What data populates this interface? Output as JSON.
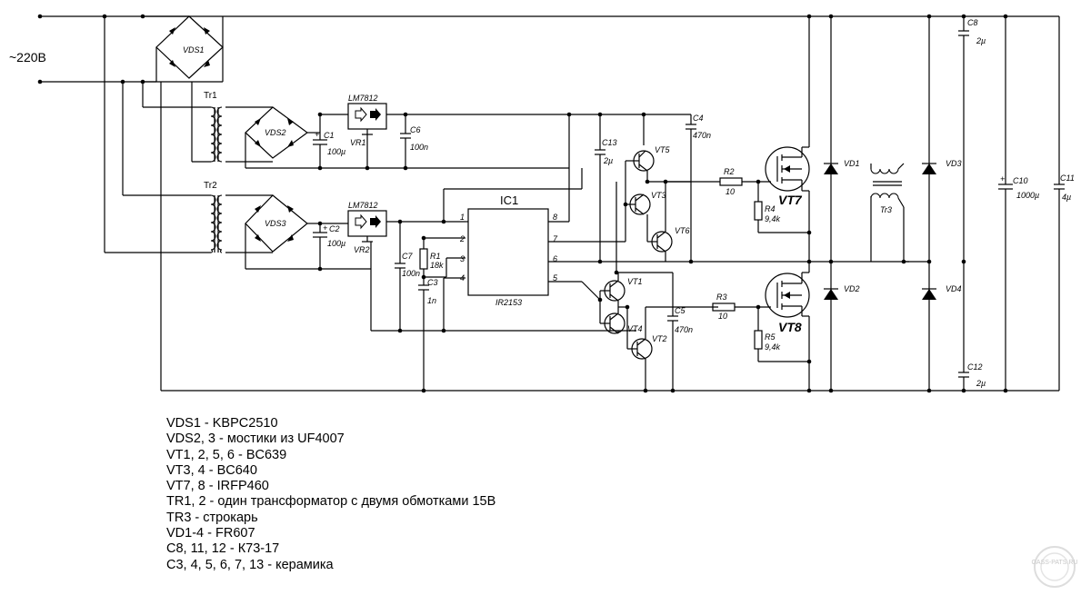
{
  "mains_label": "~220В",
  "components": {
    "vds1": "VDS1",
    "vds2": "VDS2",
    "vds3": "VDS3",
    "tr1": "Tr1",
    "tr2": "Tr2",
    "tr3": "Tr3",
    "vr1": "VR1",
    "vr2": "VR2",
    "vr1_type": "LM7812",
    "vr2_type": "LM7812",
    "ic1": "IC1",
    "ic1_type": "IR2153",
    "c1": "C1",
    "c1_val": "100µ",
    "c2": "C2",
    "c2_val": "100µ",
    "c3": "C3",
    "c3_val": "1n",
    "c4": "C4",
    "c4_val": "470n",
    "c5": "C5",
    "c5_val": "470n",
    "c6": "C6",
    "c6_val": "100n",
    "c7": "C7",
    "c7_val": "100n",
    "c8": "C8",
    "c8_val": "2µ",
    "c10": "C10",
    "c10_val": "1000µ",
    "c11": "C11",
    "c11_val": "4µ",
    "c12": "C12",
    "c12_val": "2µ",
    "c13": "C13",
    "c13_val": "2µ",
    "r1": "R1",
    "r1_val": "18k",
    "r2": "R2",
    "r2_val": "10",
    "r3": "R3",
    "r3_val": "10",
    "r4": "R4",
    "r4_val": "9,4k",
    "r5": "R5",
    "r5_val": "9,4k",
    "vt1": "VT1",
    "vt2": "VT2",
    "vt3": "VT3",
    "vt4": "VT4",
    "vt5": "VT5",
    "vt6": "VT6",
    "vt7": "VT7",
    "vt8": "VT8",
    "vd1": "VD1",
    "vd2": "VD2",
    "vd3": "VD3",
    "vd4": "VD4",
    "pins": [
      "1",
      "2",
      "3",
      "4",
      "8",
      "7",
      "6",
      "5"
    ]
  },
  "notes": [
    "VDS1 - KBPC2510",
    "VDS2, 3 - мостики из UF4007",
    "VT1, 2, 5, 6 - BC639",
    "VT3, 4 - BC640",
    "VT7, 8 - IRFP460",
    "TR1, 2 - один трансформатор с двумя обмотками 15В",
    "TR3 - строкарь",
    "VD1-4 - FR607",
    "C8, 11, 12 - К73-17",
    "C3, 4, 5, 6, 7, 13 - керамика"
  ],
  "watermark": "GASS-PATS.RU"
}
